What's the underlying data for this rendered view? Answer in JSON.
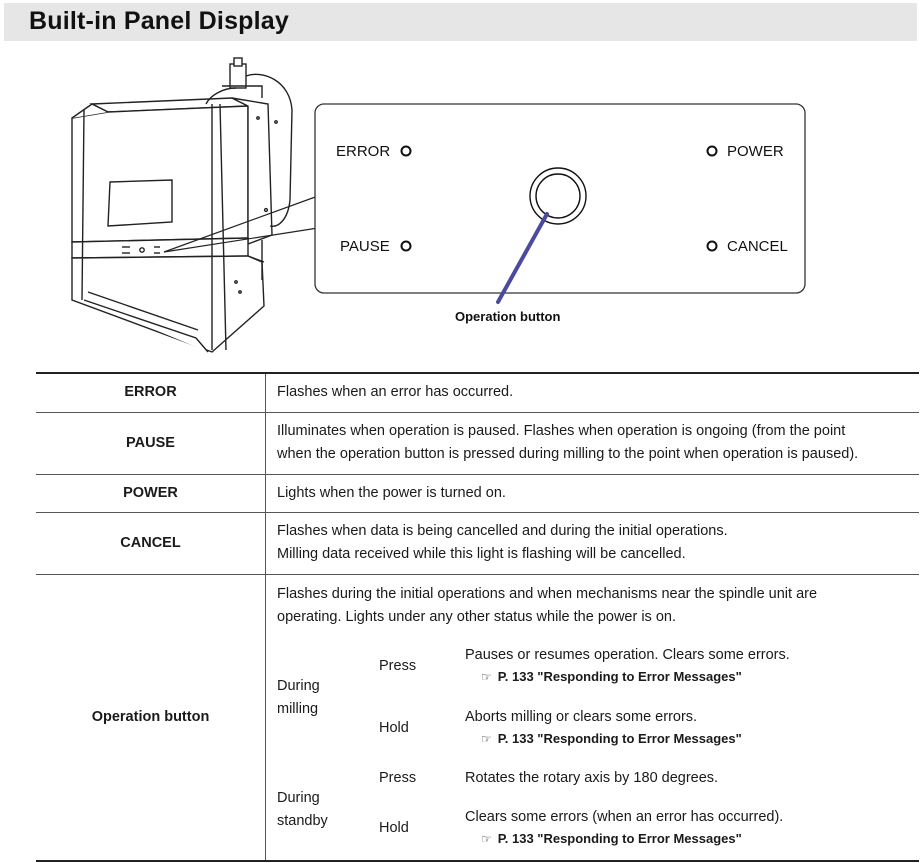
{
  "heading": "Built-in Panel Display",
  "panel": {
    "error_label": "ERROR",
    "power_label": "POWER",
    "pause_label": "PAUSE",
    "cancel_label": "CANCEL",
    "operation_button_callout": "Operation button"
  },
  "rows": {
    "error": {
      "key": "ERROR",
      "desc": "Flashes when an error has occurred."
    },
    "pause": {
      "key": "PAUSE",
      "desc1": "Illuminates when operation is paused. Flashes when operation is ongoing (from the point",
      "desc2": "when the operation button is pressed during milling to the point when operation is paused)."
    },
    "power": {
      "key": "POWER",
      "desc": "Lights when the power is turned on."
    },
    "cancel": {
      "key": "CANCEL",
      "desc1": "Flashes when data is being cancelled and during the initial operations.",
      "desc2": "Milling data received while this light is flashing will be cancelled."
    },
    "operation": {
      "key": "Operation button",
      "desc1": "Flashes during the initial operations and when mechanisms near the spindle unit are",
      "desc2": "operating. Lights under any other status while the power is on.",
      "milling": {
        "mode1": "During",
        "mode2": "milling",
        "press_label": "Press",
        "press_desc": "Pauses or resumes operation. Clears some errors.",
        "press_ref": "P. 133 \"Responding to Error Messages\"",
        "hold_label": "Hold",
        "hold_desc": "Aborts milling or clears some errors.",
        "hold_ref": "P. 133 \"Responding to Error Messages\""
      },
      "standby": {
        "mode1": "During",
        "mode2": "standby",
        "press_label": "Press",
        "press_desc": "Rotates the rotary axis by 180 degrees.",
        "hold_label": "Hold",
        "hold_desc": "Clears some errors (when an error has occurred).",
        "hold_ref": "P. 133 \"Responding to Error Messages\""
      }
    }
  },
  "icons": {
    "reference": "pointing-hand-icon"
  }
}
